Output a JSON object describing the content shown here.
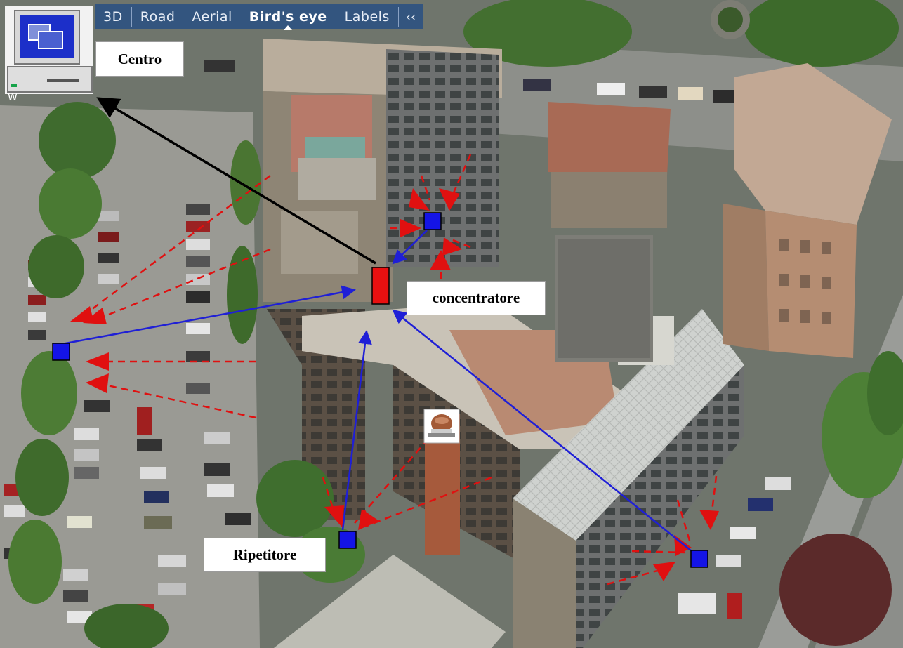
{
  "toolbar": {
    "tabs": [
      {
        "label": "3D"
      },
      {
        "label": "Road"
      },
      {
        "label": "Aerial"
      },
      {
        "label": "Bird's eye",
        "active": true
      },
      {
        "label": "Labels"
      }
    ],
    "collapse_label": "‹‹"
  },
  "compass": {
    "label": "W"
  },
  "labels": {
    "centro": "Centro",
    "concentratore": "concentratore",
    "ripetitore": "Ripetitore"
  },
  "colors": {
    "toolbar_bg": "#33557f",
    "link_blue": "#1f1fd6",
    "signal_red": "#e01010",
    "node_blue": "#1414e6",
    "concentrator_red": "#e81010",
    "uplink_black": "#000000"
  },
  "icons": {
    "centro": "computer-terminal-icon",
    "meter": "gas-meter-icon"
  }
}
